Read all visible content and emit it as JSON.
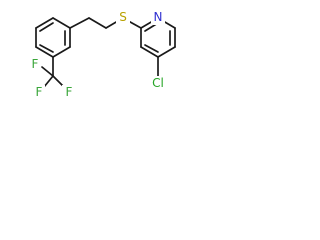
{
  "molecule": {
    "atoms": {
      "fluorine_1": "F",
      "fluorine_2": "F",
      "fluorine_3": "F",
      "sulfur": "S",
      "nitrogen": "N",
      "chlorine": "Cl"
    },
    "colors": {
      "bond": "#1a1a1a",
      "fluorine": "#3aa63a",
      "sulfur": "#b8a100",
      "nitrogen": "#2f2fd0",
      "chlorine": "#26a526"
    }
  }
}
